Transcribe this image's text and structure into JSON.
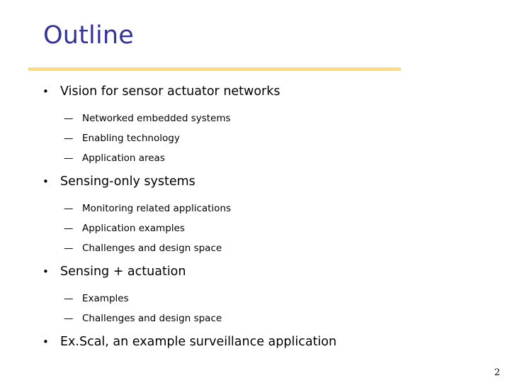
{
  "slide": {
    "title": "Outline",
    "page_number": "2",
    "colors": {
      "title": "#333399",
      "rule": "#fcdc7e",
      "body_text": "#000000",
      "background": "#ffffff"
    },
    "markers": {
      "level1": "•",
      "level2": "—"
    },
    "outline": [
      {
        "text": "Vision for sensor actuator networks",
        "children": [
          "Networked embedded systems",
          "Enabling technology",
          "Application areas"
        ]
      },
      {
        "text": "Sensing-only systems",
        "children": [
          "Monitoring related applications",
          "Application examples",
          "Challenges and design space"
        ]
      },
      {
        "text": "Sensing + actuation",
        "children": [
          "Examples",
          "Challenges and design space"
        ]
      },
      {
        "text": "Ex.Scal, an example surveillance application",
        "children": []
      }
    ]
  }
}
